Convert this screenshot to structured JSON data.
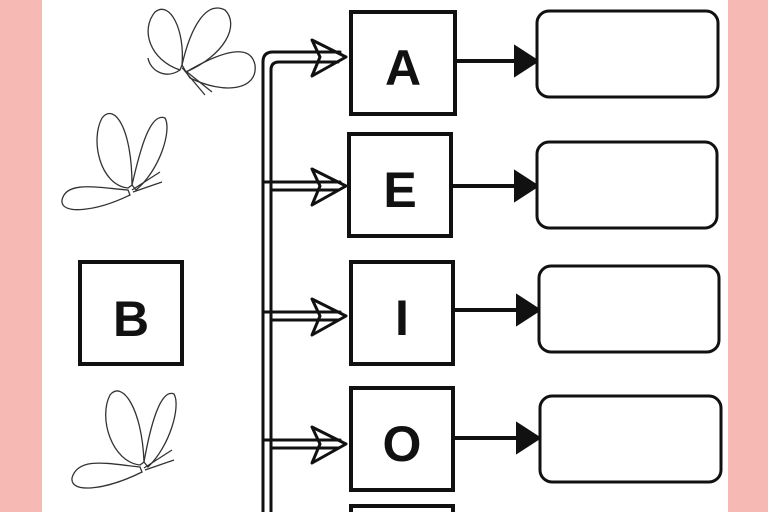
{
  "worksheet": {
    "consonant": "B",
    "vowels": [
      "A",
      "E",
      "I",
      "O"
    ],
    "answer_boxes": [
      "",
      "",
      "",
      ""
    ]
  },
  "colors": {
    "border": "#f6b9b3",
    "ink": "#111111",
    "paper": "#ffffff"
  },
  "icons": [
    "butterfly-icon",
    "arrow-icon"
  ]
}
